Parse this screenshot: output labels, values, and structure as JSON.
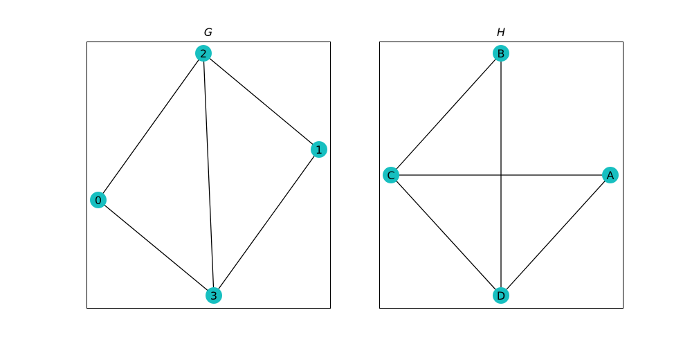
{
  "node_color": "#17BFC0",
  "edge_color": "#000000",
  "graphs": [
    {
      "title": "G",
      "nodes": [
        "0",
        "1",
        "2",
        "3"
      ],
      "edges": [
        [
          "0",
          "2"
        ],
        [
          "0",
          "3"
        ],
        [
          "2",
          "1"
        ],
        [
          "2",
          "3"
        ],
        [
          "1",
          "3"
        ]
      ]
    },
    {
      "title": "H",
      "nodes": [
        "A",
        "B",
        "C",
        "D"
      ],
      "edges": [
        [
          "B",
          "C"
        ],
        [
          "B",
          "D"
        ],
        [
          "C",
          "A"
        ],
        [
          "C",
          "D"
        ],
        [
          "A",
          "D"
        ]
      ]
    }
  ]
}
